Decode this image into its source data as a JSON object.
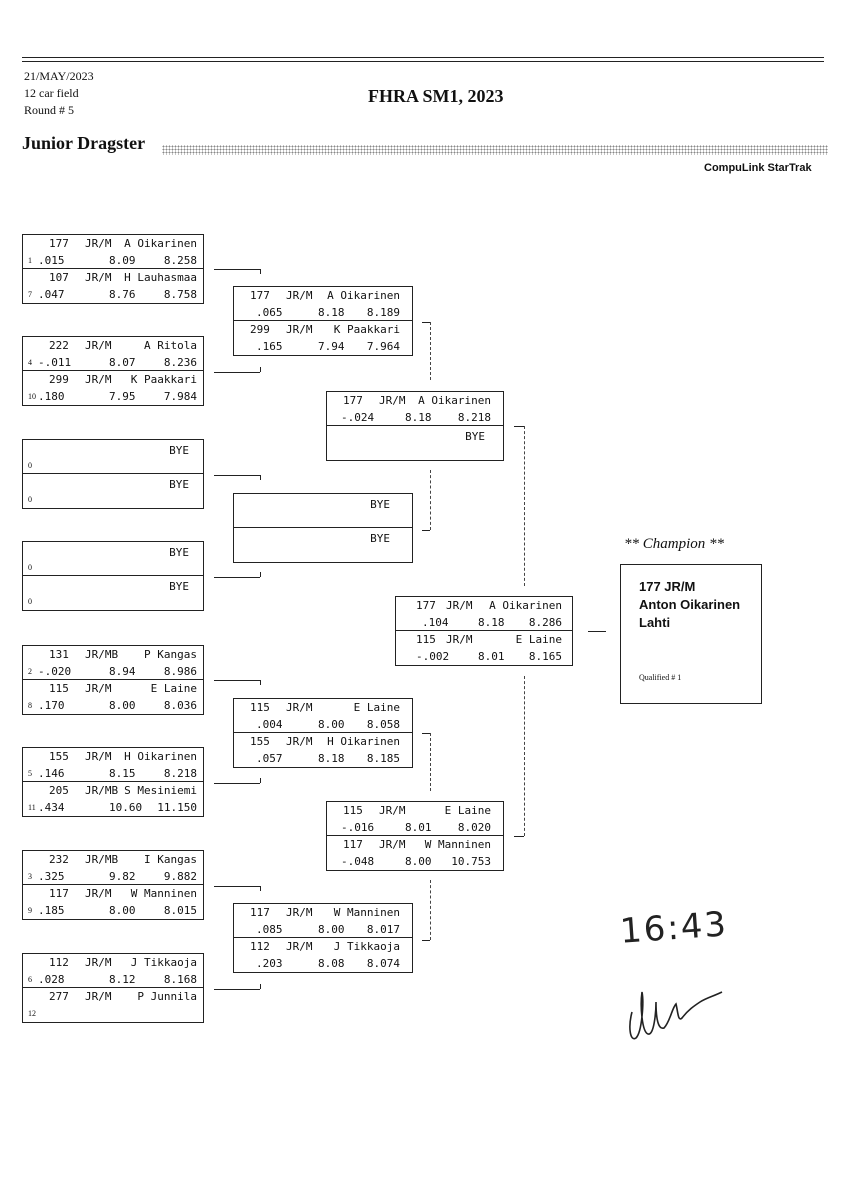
{
  "header": {
    "date": "21/MAY/2023",
    "field": "12 car field",
    "round": "Round # 5",
    "event_title": "FHRA SM1, 2023",
    "class_name": "Junior Dragster",
    "software": "CompuLink StarTrak"
  },
  "round1": [
    {
      "top": {
        "number": "177",
        "class": "JR/M",
        "name": "A Oikarinen",
        "qual": "1",
        "rt": ".015",
        "et": "8.09",
        "speed": "8.258"
      },
      "bottom": {
        "number": "107",
        "class": "JR/M",
        "name": "H Lauhasmaa",
        "qual": "7",
        "rt": ".047",
        "et": "8.76",
        "speed": "8.758"
      }
    },
    {
      "top": {
        "number": "222",
        "class": "JR/M",
        "name": "A Ritola",
        "qual": "4",
        "rt": "-.011",
        "et": "8.07",
        "speed": "8.236"
      },
      "bottom": {
        "number": "299",
        "class": "JR/M",
        "name": "K Paakkari",
        "qual": "10",
        "rt": ".180",
        "et": "7.95",
        "speed": "7.984"
      }
    },
    {
      "top": {
        "bye": "BYE",
        "qual": "0"
      },
      "bottom": {
        "bye": "BYE",
        "qual": "0"
      }
    },
    {
      "top": {
        "bye": "BYE",
        "qual": "0"
      },
      "bottom": {
        "bye": "BYE",
        "qual": "0"
      }
    },
    {
      "top": {
        "number": "131",
        "class": "JR/MB",
        "name": "P Kangas",
        "qual": "2",
        "rt": "-.020",
        "et": "8.94",
        "speed": "8.986"
      },
      "bottom": {
        "number": "115",
        "class": "JR/M",
        "name": "E Laine",
        "qual": "8",
        "rt": ".170",
        "et": "8.00",
        "speed": "8.036"
      }
    },
    {
      "top": {
        "number": "155",
        "class": "JR/M",
        "name": "H Oikarinen",
        "qual": "5",
        "rt": ".146",
        "et": "8.15",
        "speed": "8.218"
      },
      "bottom": {
        "number": "205",
        "class": "JR/MB",
        "name": "S Mesiniemi",
        "qual": "11",
        "rt": ".434",
        "et": "10.60",
        "speed": "11.150"
      }
    },
    {
      "top": {
        "number": "232",
        "class": "JR/MB",
        "name": "I Kangas",
        "qual": "3",
        "rt": ".325",
        "et": "9.82",
        "speed": "9.882"
      },
      "bottom": {
        "number": "117",
        "class": "JR/M",
        "name": "W Manninen",
        "qual": "9",
        "rt": ".185",
        "et": "8.00",
        "speed": "8.015"
      }
    },
    {
      "top": {
        "number": "112",
        "class": "JR/M",
        "name": "J Tikkaoja",
        "qual": "6",
        "rt": ".028",
        "et": "8.12",
        "speed": "8.168"
      },
      "bottom": {
        "number": "277",
        "class": "JR/M",
        "name": "P Junnila",
        "qual": "12"
      }
    }
  ],
  "round2": [
    {
      "top": {
        "number": "177",
        "class": "JR/M",
        "name": "A Oikarinen",
        "rt": ".065",
        "et": "8.18",
        "speed": "8.189"
      },
      "bottom": {
        "number": "299",
        "class": "JR/M",
        "name": "K Paakkari",
        "rt": ".165",
        "et": "7.94",
        "speed": "7.964"
      }
    },
    {
      "top": {
        "bye": "BYE"
      },
      "bottom": {
        "bye": "BYE"
      }
    },
    {
      "top": {
        "number": "115",
        "class": "JR/M",
        "name": "E Laine",
        "rt": ".004",
        "et": "8.00",
        "speed": "8.058"
      },
      "bottom": {
        "number": "155",
        "class": "JR/M",
        "name": "H Oikarinen",
        "rt": ".057",
        "et": "8.18",
        "speed": "8.185"
      }
    },
    {
      "top": {
        "number": "117",
        "class": "JR/M",
        "name": "W Manninen",
        "rt": ".085",
        "et": "8.00",
        "speed": "8.017"
      },
      "bottom": {
        "number": "112",
        "class": "JR/M",
        "name": "J Tikkaoja",
        "rt": ".203",
        "et": "8.08",
        "speed": "8.074"
      }
    }
  ],
  "round3": [
    {
      "top": {
        "number": "177",
        "class": "JR/M",
        "name": "A Oikarinen",
        "rt": "-.024",
        "et": "8.18",
        "speed": "8.218"
      },
      "bottom": {
        "bye": "BYE"
      }
    },
    {
      "top": {
        "number": "115",
        "class": "JR/M",
        "name": "E Laine",
        "rt": "-.016",
        "et": "8.01",
        "speed": "8.020"
      },
      "bottom": {
        "number": "117",
        "class": "JR/M",
        "name": "W Manninen",
        "rt": "-.048",
        "et": "8.00",
        "speed": "10.753"
      }
    }
  ],
  "final": {
    "top": {
      "number": "177",
      "class": "JR/M",
      "name": "A Oikarinen",
      "rt": ".104",
      "et": "8.18",
      "speed": "8.286"
    },
    "bottom": {
      "number": "115",
      "class": "JR/M",
      "name": "E Laine",
      "rt": "-.002",
      "et": "8.01",
      "speed": "8.165"
    }
  },
  "champion": {
    "title": "** Champion **",
    "number_class": "177  JR/M",
    "name": "Anton Oikarinen",
    "city": "Lahti",
    "qualified": "Qualified # 1"
  },
  "handwriting": {
    "time": "16:43"
  }
}
